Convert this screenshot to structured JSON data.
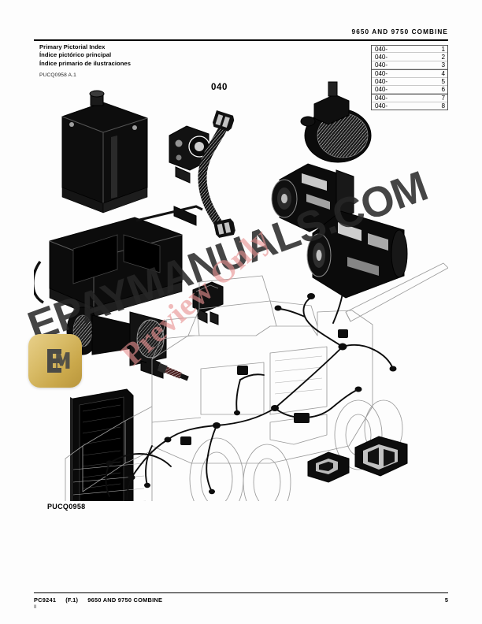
{
  "document": {
    "header_title": "9650 AND 9750 COMBINE",
    "figure_number": "040",
    "figure_caption": "PUCQ0958"
  },
  "index_block": {
    "title_en": "Primary Pictorial Index",
    "title_es": "Índice pictórico principal",
    "title_pt": "Índice primario de ilustraciones",
    "reference": "PUCQ0958 A.1"
  },
  "index_table": {
    "rows": [
      {
        "code": "040-",
        "number": "1",
        "group_start": true
      },
      {
        "code": "040-",
        "number": "2",
        "group_start": false
      },
      {
        "code": "040-",
        "number": "3",
        "group_start": false
      },
      {
        "code": "040-",
        "number": "4",
        "group_start": true
      },
      {
        "code": "040-",
        "number": "5",
        "group_start": false
      },
      {
        "code": "040-",
        "number": "6",
        "group_start": false
      },
      {
        "code": "040-",
        "number": "7",
        "group_start": true
      },
      {
        "code": "040-",
        "number": "8",
        "group_start": false
      }
    ]
  },
  "footer": {
    "catalog_code": "PC9241",
    "revision": "(F.1)",
    "model": "9650 AND 9750 COMBINE",
    "page_number": "5",
    "section_mark": "II"
  },
  "watermarks": {
    "site": "EPAYMANUALS.COM",
    "notice": "Preview Only",
    "logo_name": "epaymanuals-logo",
    "site_color": "#262626",
    "notice_color": "#e89191",
    "logo_color": "#caa84b"
  },
  "illustration": {
    "name": "primary-pictorial-index-040",
    "description": "Exploded pictorial index of electrical components with combine harvester wiring harness",
    "parts": [
      "battery",
      "battery-box",
      "switch-assembly",
      "wiring-connector",
      "flexible-conduit",
      "alternator",
      "starter-motor",
      "air-cleaner",
      "radiator",
      "relay-module",
      "fuse-block",
      "harness-assembly"
    ]
  }
}
